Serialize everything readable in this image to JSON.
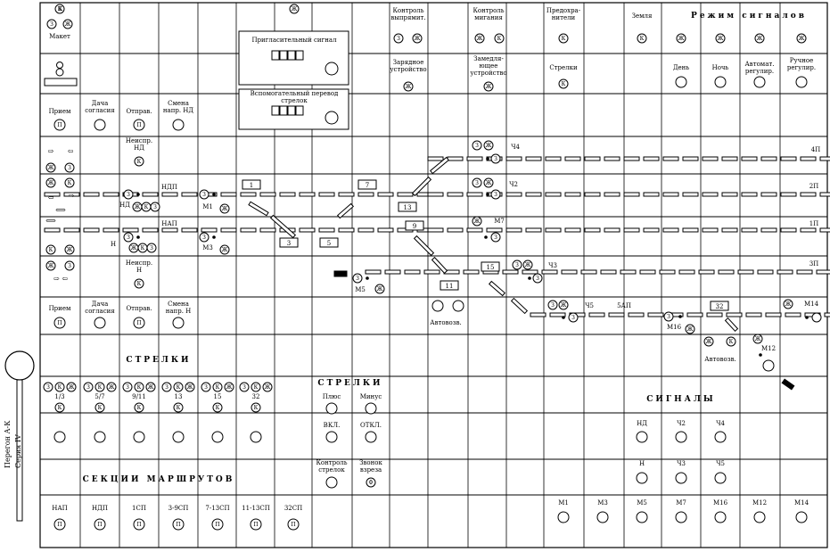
{
  "panel": {
    "maket": "Макет",
    "priglas": "Пригласительный сигнал",
    "vspom": "Вспомогательный перевод",
    "vspom2": "стрелок",
    "kontrol_vypr": [
      "Контроль",
      "выпрямит."
    ],
    "kontrol_mig": [
      "Контроль",
      "мигания"
    ],
    "predohr": [
      "Предохра-",
      "нители"
    ],
    "zemlya": "Земля",
    "rezhim": "Режим сигналов",
    "zaryad": [
      "Зарядное",
      "устройство"
    ],
    "zamedl": [
      "Замедля-",
      "ющее",
      "устройство"
    ],
    "strelki_small": "Стрелки",
    "den": "День",
    "noch": "Ночь",
    "avtomat": [
      "Автомат.",
      "регулир."
    ],
    "ruchnoe": [
      "Ручное",
      "регулир."
    ]
  },
  "top_group": {
    "priem": "Прием",
    "dacha": [
      "Дача",
      "согласия"
    ],
    "otprav": "Отправ.",
    "smena": [
      "Смена",
      "напр. НД"
    ],
    "neispr": [
      "Неиспр.",
      "НД"
    ]
  },
  "bottom_group": {
    "priem": "Прием",
    "dacha": [
      "Дача",
      "согласия"
    ],
    "otprav": "Отправ.",
    "smena": [
      "Смена",
      "напр. Н"
    ],
    "neispr": [
      "Неиспр.",
      "Н"
    ]
  },
  "tracks": {
    "ndp": "НДП",
    "nap": "НАП",
    "nd": "НД",
    "n": "Н",
    "m1": "М1",
    "m3": "М3",
    "m5": "М5",
    "m7": "М7",
    "m16": "М16",
    "m12": "М12",
    "m14": "М14",
    "ch4": "Ч4",
    "ch2": "Ч2",
    "ch3": "Ч3",
    "ch5": "Ч5",
    "ap5": "5АП",
    "p4": "4П",
    "p2": "2П",
    "p1": "1П",
    "p3": "3П",
    "avtovozv": "Автовозв.",
    "num1": "1",
    "num7": "7",
    "num13": "13",
    "num9": "9",
    "num3": "3",
    "num5": "5",
    "num15": "15",
    "num11": "11",
    "num32": "32"
  },
  "strelki_section": {
    "title": "СТРЕЛКИ",
    "switches": [
      "1/3",
      "5/7",
      "9/11",
      "13",
      "15",
      "32"
    ],
    "title2": "СТРЕЛКИ",
    "plus": "Плюс",
    "minus": "Минус",
    "vkl": "ВКЛ.",
    "otkl": "ОТКЛ.",
    "kontrol_strelok": [
      "Контроль",
      "стрелок"
    ],
    "zvonok": [
      "Звонок",
      "взреза"
    ]
  },
  "signals_section": {
    "title": "СИГНАЛЫ",
    "row1": [
      "НД",
      "Ч2",
      "Ч4"
    ],
    "row2": [
      "Н",
      "Ч3",
      "Ч5"
    ]
  },
  "sections": {
    "title": "СЕКЦИИ МАРШРУТОВ",
    "items": [
      "НАП",
      "НДП",
      "1СП",
      "3-9СП",
      "7-13СП",
      "11-13СП",
      "32СП"
    ],
    "routes": [
      "М1",
      "М3",
      "М5",
      "М7",
      "М16",
      "М12",
      "М14"
    ]
  },
  "side": {
    "line1": "Перегон А-К",
    "line2": "Серия IV"
  },
  "glyphs": {
    "k": "К",
    "zh": "Ж",
    "z": "З",
    "p": "П",
    "f": "Ф"
  }
}
